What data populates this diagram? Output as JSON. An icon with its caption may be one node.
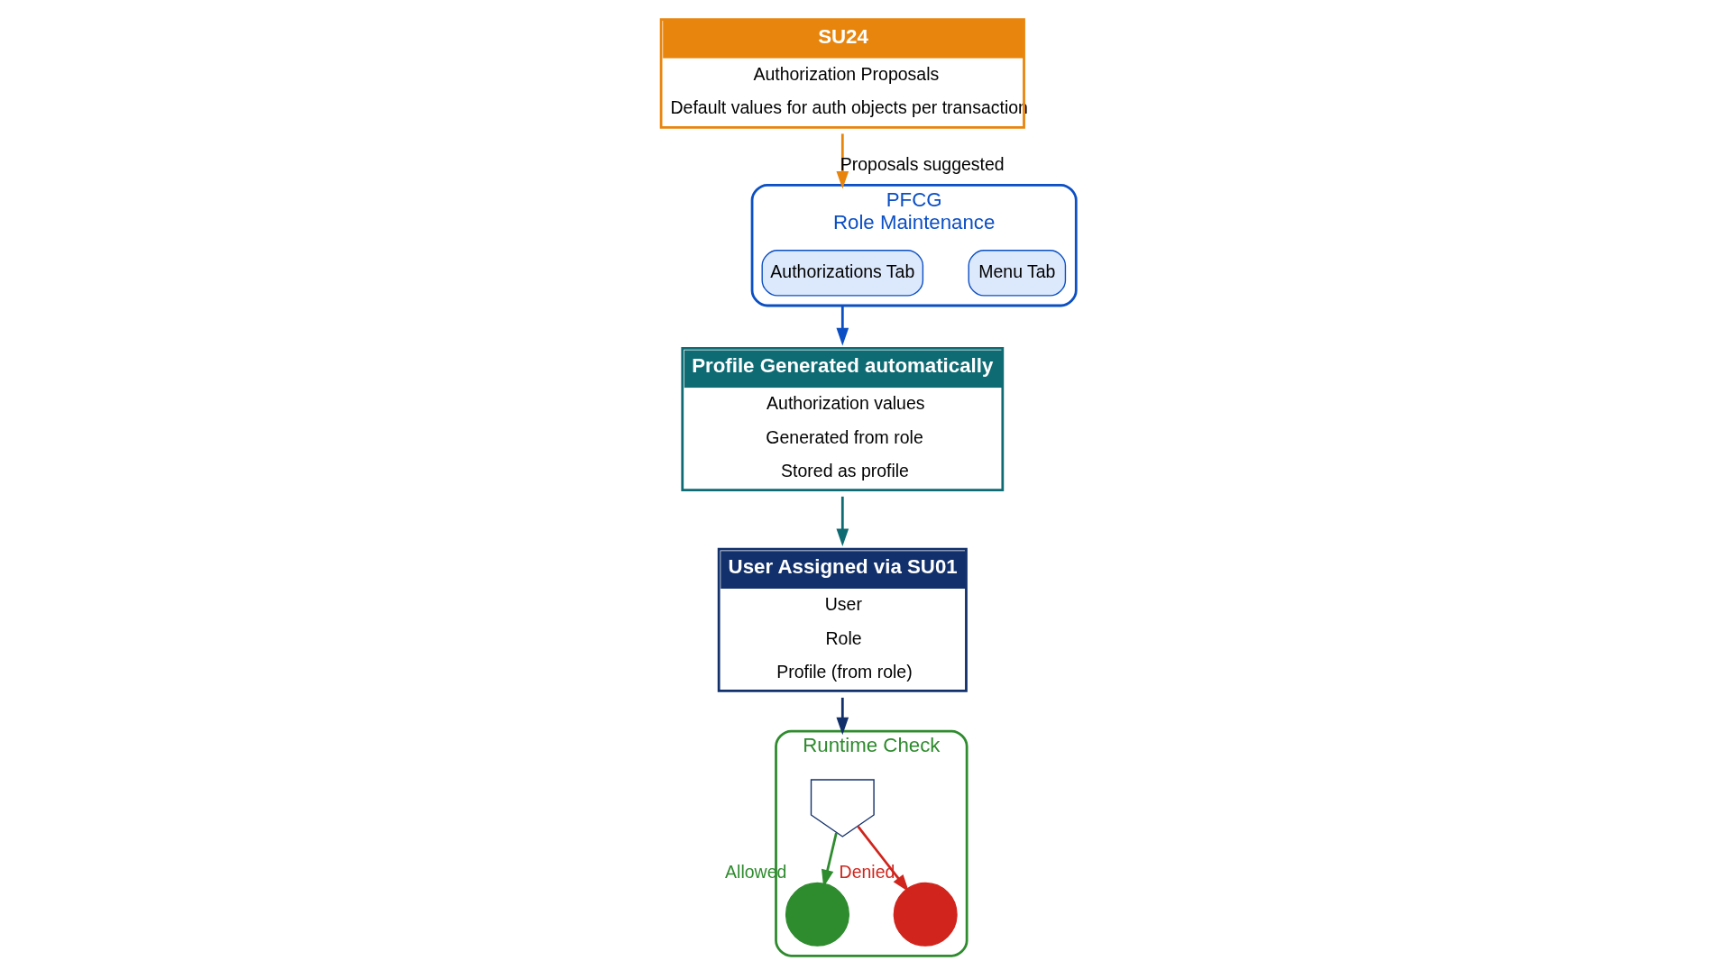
{
  "diagram": {
    "nodes": [
      {
        "text": [
          "SU24",
          "Authorization Proposals",
          "Default values for auth objects per transaction"
        ]
      },
      {
        "text": [
          "PFCG",
          "Role Maintenance"
        ]
      },
      {
        "text": [
          "Menu Tab"
        ],
        "in": 1
      },
      {
        "text": [
          "Authorizations Tab"
        ],
        "in": 1
      },
      {
        "text": [
          "Profile Generated automatically",
          "Authorization values",
          "Generated from role",
          "Stored as profile"
        ]
      },
      {
        "text": [
          "User Assigned via SU01",
          "User",
          "Role",
          "Profile (from role)"
        ]
      },
      {
        "text": [
          "Runtime Check"
        ]
      },
      {
        "text": [],
        "shape": "circle",
        "in": 6,
        "beside": [
          "Allowed"
        ]
      },
      {
        "text": [],
        "shape": "shield",
        "in": 6
      },
      {
        "text": [],
        "shape": "circle",
        "in": 6,
        "beside": [
          "Denied"
        ]
      }
    ],
    "edges": [
      {
        "from": 0,
        "to": 1,
        "arrow": "to",
        "label": "Proposals suggested",
        "color": "#e8850c"
      },
      {
        "from": 1,
        "to": 4,
        "arrow": "to",
        "color": "#0b4fc4"
      },
      {
        "from": 4,
        "to": 5,
        "arrow": "to",
        "color": "#0e6b73"
      },
      {
        "from": 5,
        "to": 6,
        "arrow": "to",
        "color": "#12306b"
      },
      {
        "from": 8,
        "to": 7,
        "arrow": "to",
        "color": "#2e8b2e"
      },
      {
        "from": 8,
        "to": 9,
        "arrow": "to",
        "color": "#d0241c"
      }
    ]
  }
}
